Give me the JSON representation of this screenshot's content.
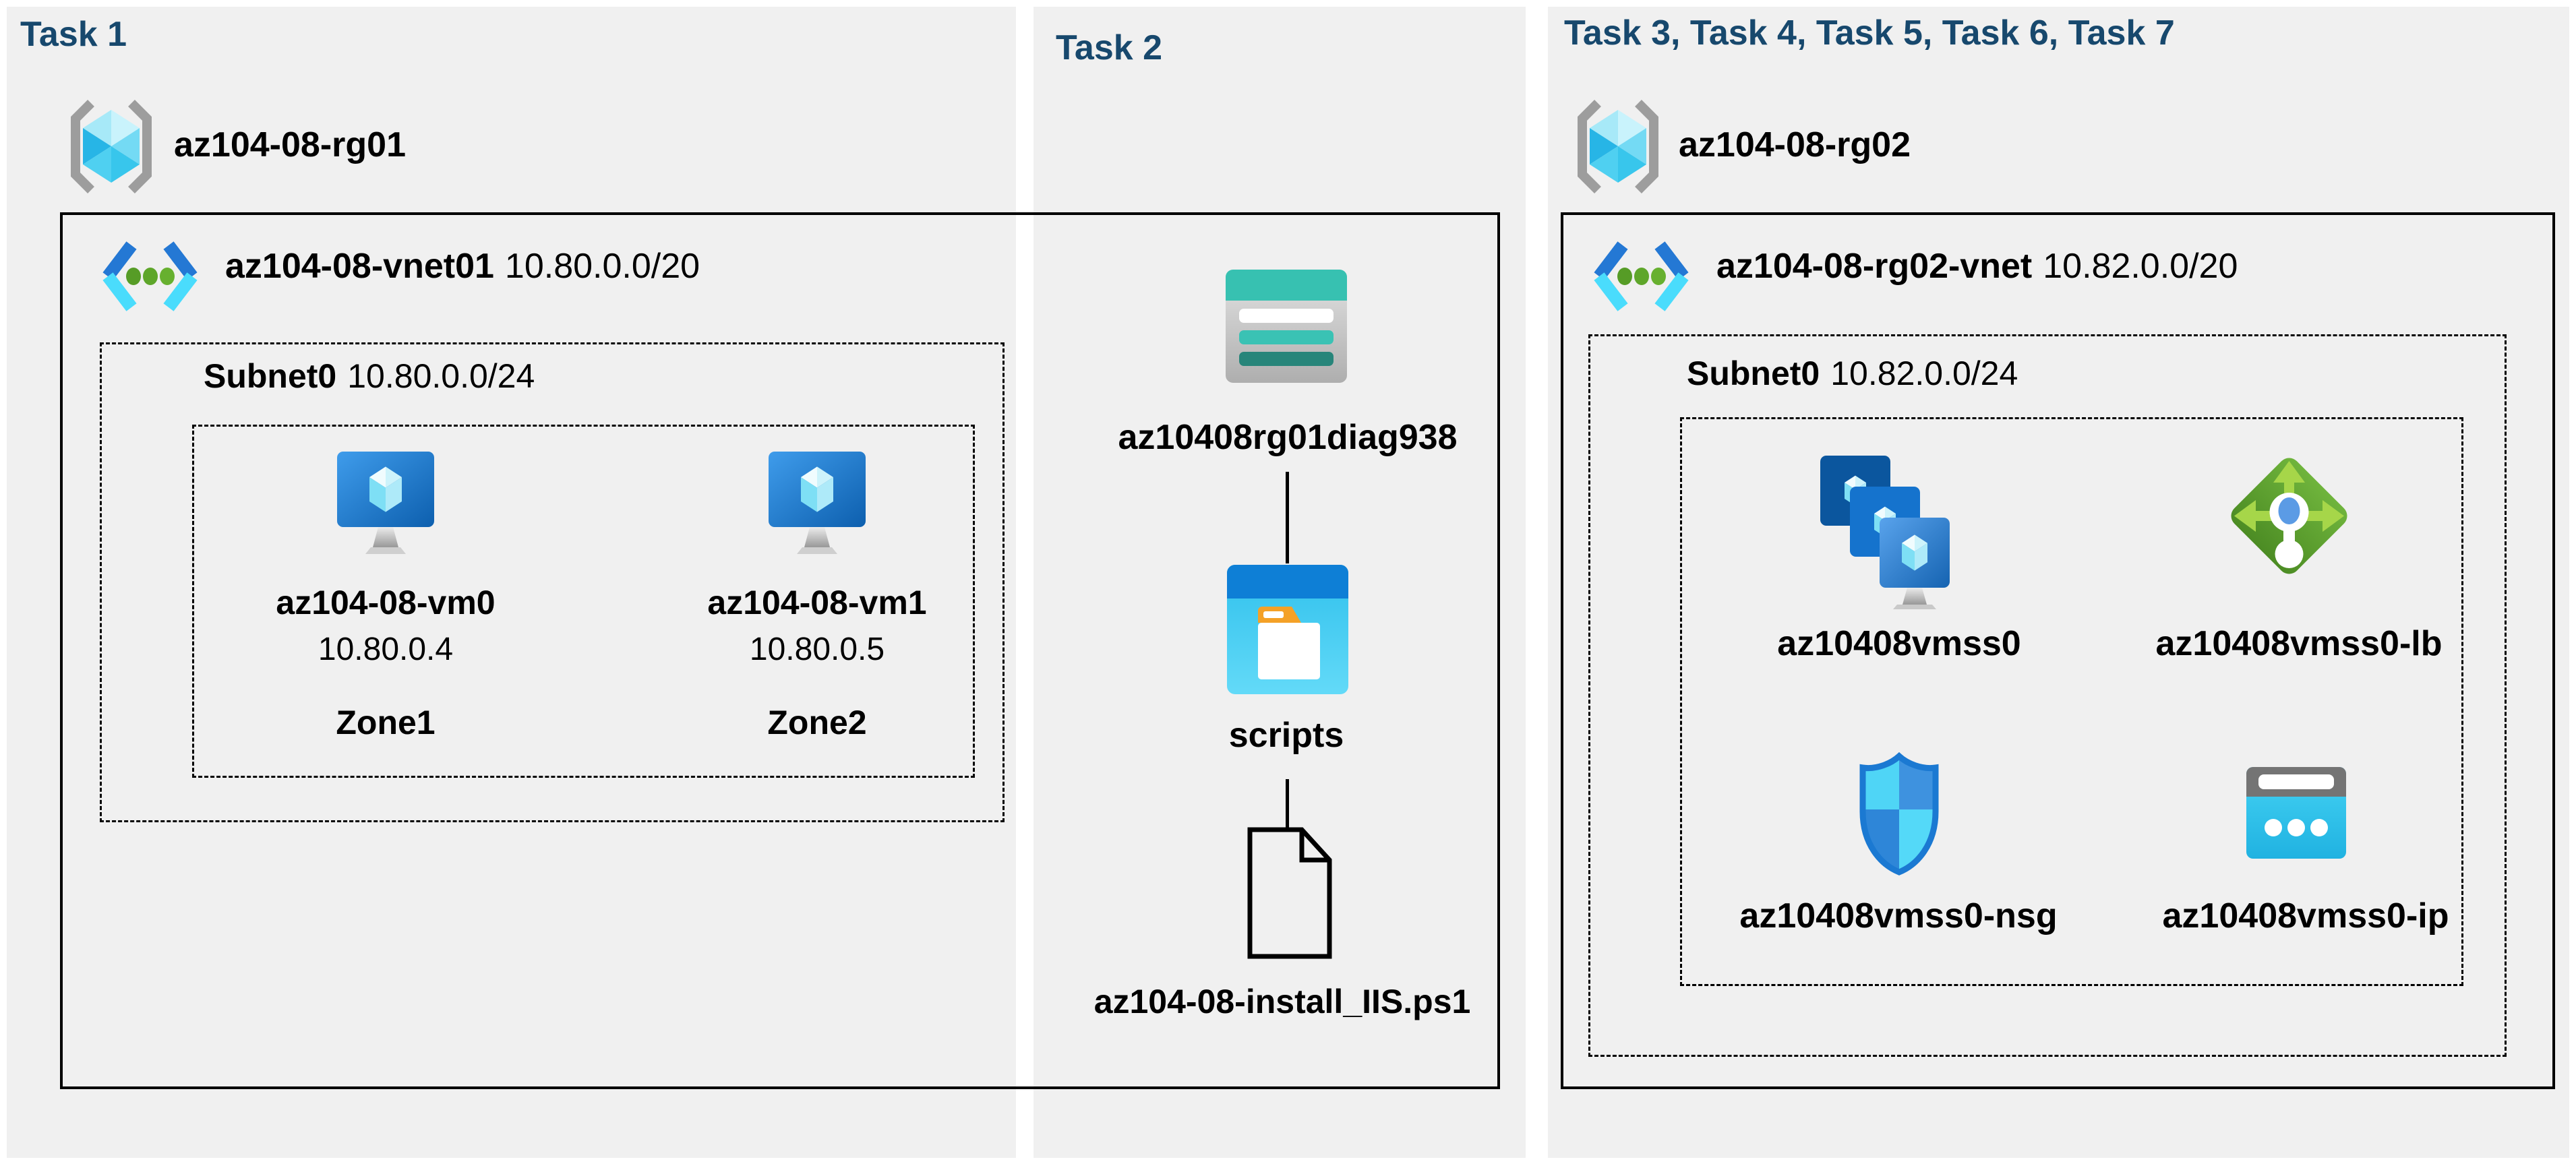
{
  "colors": {
    "page_background": "#ffffff",
    "panel_background": "#f0f0f0",
    "task_title": "#17486d",
    "label_text": "#000000",
    "border": "#000000",
    "azure_blue": "#2478d4",
    "azure_cyan": "#4adcfc",
    "storage_teal": "#37c1b1",
    "lb_green": "#5d9e2e",
    "folder_orange": "#f4a127"
  },
  "icons": {
    "resource_group": "resource-group-icon (gray braces around cyan cube)",
    "virtual_network": "virtual-network-icon (blue/cyan chevrons with green dots)",
    "virtual_machine": "virtual-machine-icon (blue monitor with crystal)",
    "storage_account": "storage-account-icon (teal table rows)",
    "blob_container": "blob-container-icon (window with folder)",
    "script_file": "file-icon (outlined document with folded corner)",
    "vm_scale_set": "vm-scale-set-icon (three stacked blue squares on stand)",
    "load_balancer": "load-balancer-icon (green diamond with arrows)",
    "network_security_group": "network-security-group-icon (blue shield)",
    "public_ip": "public-ip-icon (cyan window with three dots)"
  },
  "panels": [
    {
      "title": "Task 1",
      "resource_group": {
        "name": "az104-08-rg01"
      },
      "vnet": {
        "name": "az104-08-vnet01",
        "cidr": "10.80.0.0/20"
      },
      "subnet": {
        "name": "Subnet0",
        "cidr": "10.80.0.0/24"
      },
      "vms": [
        {
          "name": "az104-08-vm0",
          "ip": "10.80.0.4",
          "zone": "Zone1"
        },
        {
          "name": "az104-08-vm1",
          "ip": "10.80.0.5",
          "zone": "Zone2"
        }
      ]
    },
    {
      "title": "Task 2",
      "storage_account": {
        "name": "az10408rg01diag938"
      },
      "container": {
        "name": "scripts"
      },
      "script_file": {
        "name": "az104-08-install_IIS.ps1"
      }
    },
    {
      "title": "Task 3, Task 4, Task 5, Task 6, Task 7",
      "resource_group": {
        "name": "az104-08-rg02"
      },
      "vnet": {
        "name": "az104-08-rg02-vnet",
        "cidr": "10.82.0.0/20"
      },
      "subnet": {
        "name": "Subnet0",
        "cidr": "10.82.0.0/24"
      },
      "resources": [
        {
          "name": "az10408vmss0",
          "type": "vm-scale-set"
        },
        {
          "name": "az10408vmss0-lb",
          "type": "load-balancer"
        },
        {
          "name": "az10408vmss0-nsg",
          "type": "network-security-group"
        },
        {
          "name": "az10408vmss0-ip",
          "type": "public-ip"
        }
      ]
    }
  ]
}
